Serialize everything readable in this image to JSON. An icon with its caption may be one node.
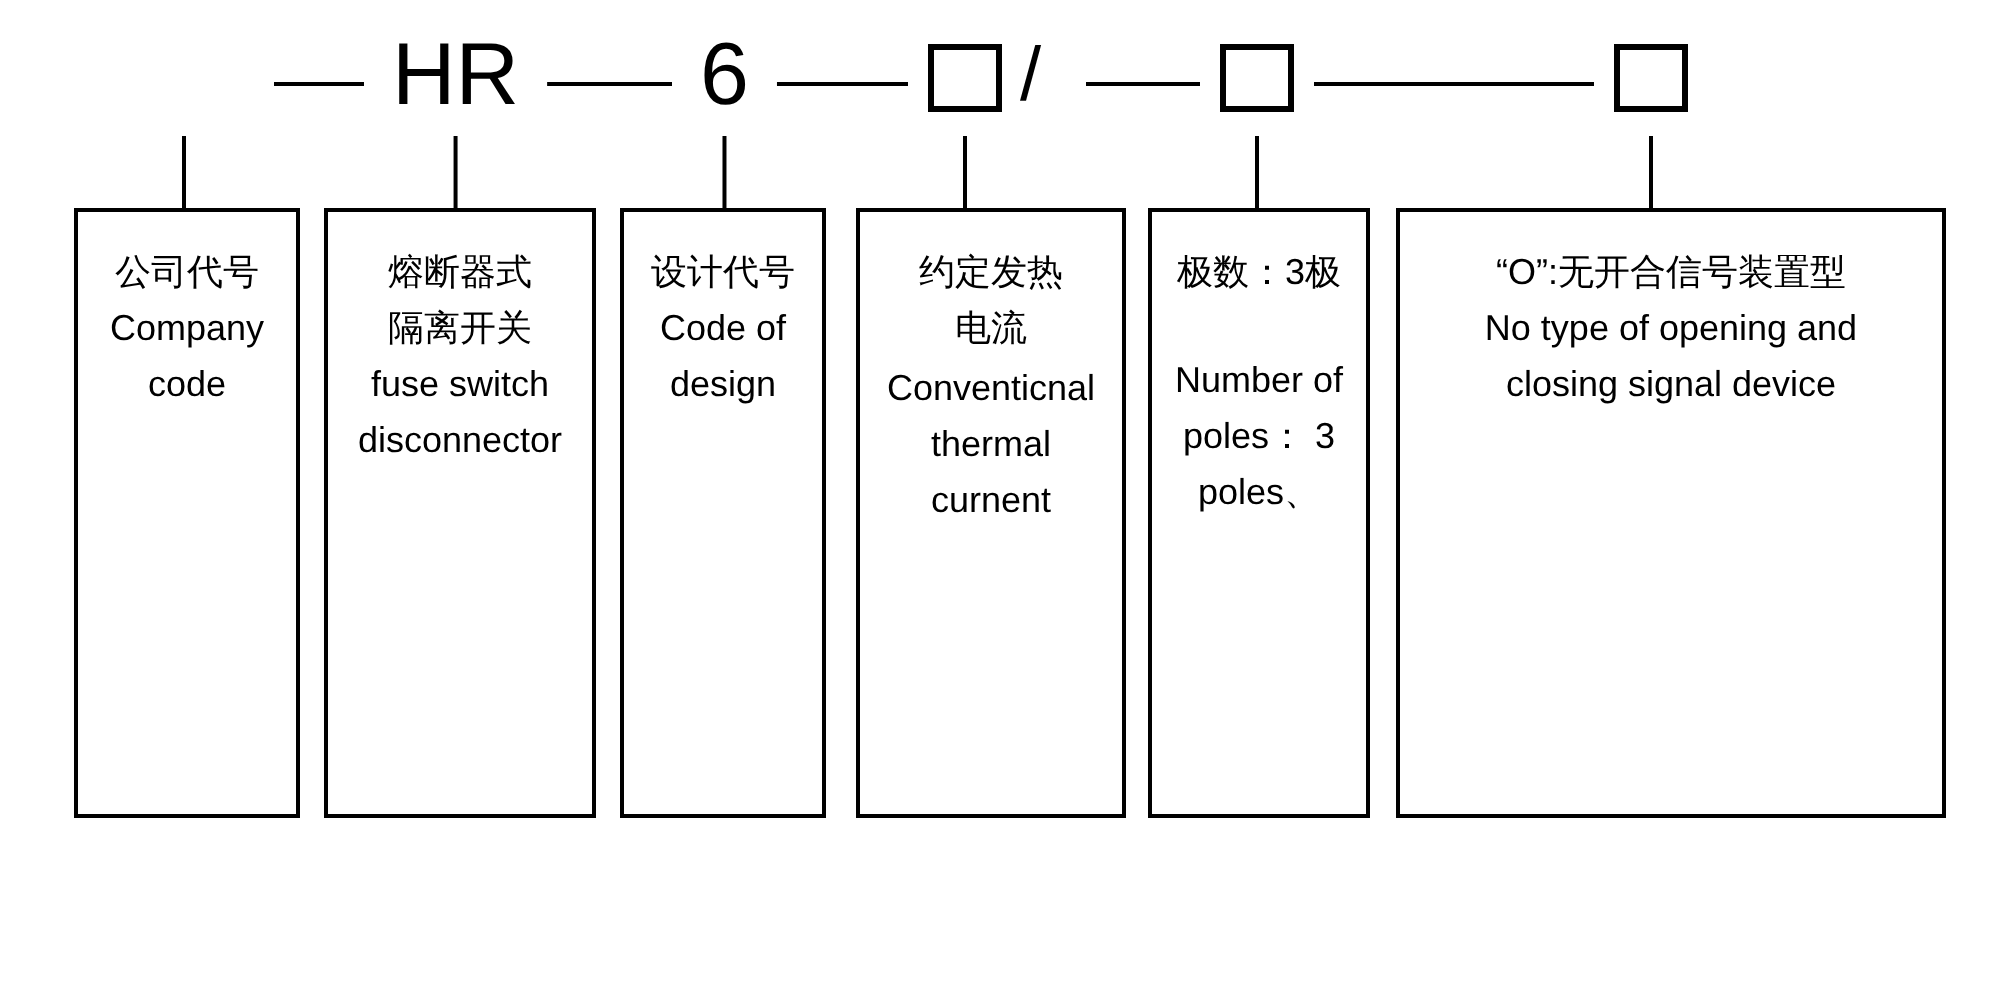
{
  "diagram": {
    "nodes": [
      {
        "text": [
          "HR"
        ]
      },
      {
        "text": [
          "6"
        ]
      },
      {
        "text": [],
        "shape": "box"
      },
      {
        "text": [],
        "shape": "box"
      },
      {
        "text": [],
        "shape": "box"
      },
      {
        "text": [
          "公司代号",
          "Company code"
        ]
      },
      {
        "text": [
          "熔断器式隔离开关",
          "fuse switch disconnector"
        ]
      },
      {
        "text": [
          "设计代号",
          "Code of design"
        ]
      },
      {
        "text": [
          "约定发热电流",
          "Conventicnal thermal curnent"
        ]
      },
      {
        "text": [
          "极数：3极",
          "Number of poles： 3 poles、"
        ]
      },
      {
        "text": [
          "“O”:无开合信号装置型",
          "No type of opening and closing signal device"
        ]
      }
    ],
    "edges": [
      {
        "from": null,
        "to": 0,
        "arrow": "none"
      },
      {
        "from": 0,
        "to": 1,
        "arrow": "none"
      },
      {
        "from": 1,
        "to": 2,
        "arrow": "none"
      },
      {
        "from": 2,
        "to": 3,
        "arrow": "none"
      },
      {
        "from": 3,
        "to": 4,
        "arrow": "none"
      },
      {
        "from": null,
        "to": 5,
        "arrow": "none"
      },
      {
        "from": 0,
        "to": 6,
        "arrow": "none"
      },
      {
        "from": 1,
        "to": 7,
        "arrow": "none"
      },
      {
        "from": 2,
        "to": 8,
        "arrow": "none"
      },
      {
        "from": 3,
        "to": 9,
        "arrow": "none"
      },
      {
        "from": 4,
        "to": 10,
        "arrow": "none"
      }
    ],
    "labels": [
      "/"
    ]
  }
}
